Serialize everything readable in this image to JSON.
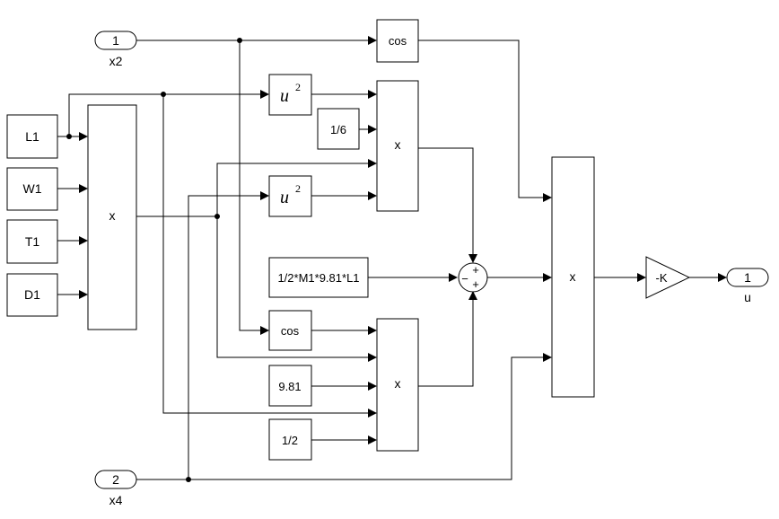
{
  "inports": [
    {
      "number": "1",
      "name": "x2"
    },
    {
      "number": "2",
      "name": "x4"
    }
  ],
  "outport": {
    "number": "1",
    "name": "u"
  },
  "constants": {
    "L1": "L1",
    "W1": "W1",
    "T1": "T1",
    "D1": "D1",
    "one_sixth": "1/6",
    "gravity_term": "1/2*M1*9.81*L1",
    "g": "9.81",
    "half": "1/2"
  },
  "functions": {
    "cos": "cos",
    "square_base": "u",
    "square_exp": "2"
  },
  "products": {
    "label": "x"
  },
  "sum": {
    "signs_top": "+",
    "signs_left": "−",
    "signs_bottom": "+"
  },
  "gain": {
    "label": "-K"
  }
}
